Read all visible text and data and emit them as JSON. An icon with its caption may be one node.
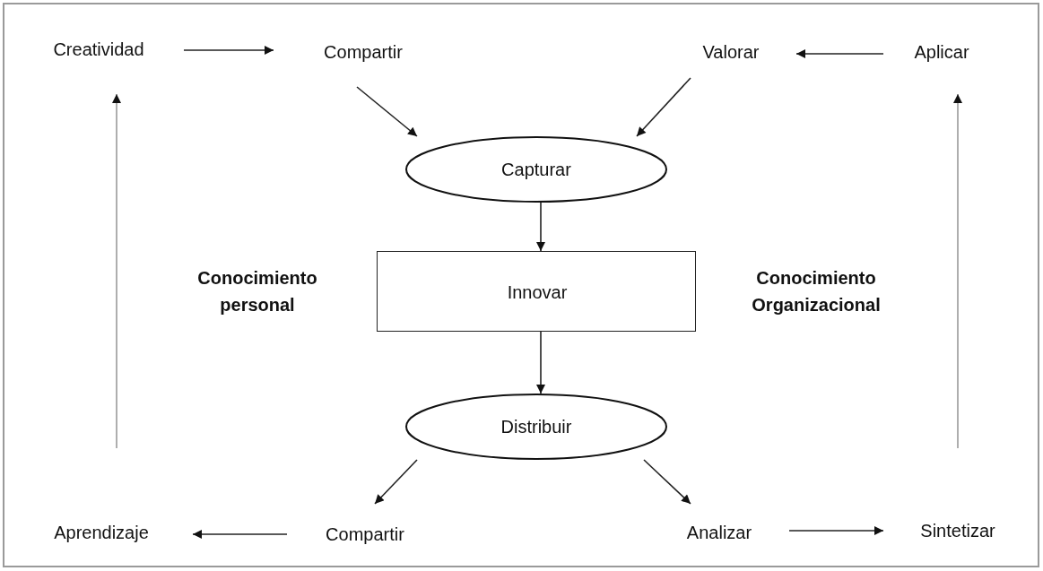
{
  "diagram": {
    "nodes": [
      {
        "text": [
          "Creatividad"
        ]
      },
      {
        "text": [
          "Compartir"
        ]
      },
      {
        "text": [
          "Valorar"
        ]
      },
      {
        "text": [
          "Aplicar"
        ]
      },
      {
        "text": [
          "Capturar"
        ]
      },
      {
        "text": [
          "Innovar"
        ]
      },
      {
        "text": [
          "Distribuir"
        ]
      },
      {
        "text": [
          "Aprendizaje"
        ]
      },
      {
        "text": [
          "Compartir"
        ]
      },
      {
        "text": [
          "Analizar"
        ]
      },
      {
        "text": [
          "Sintetizar"
        ]
      }
    ],
    "edges": [
      {
        "from": 0,
        "to": 1,
        "arrow": "to"
      },
      {
        "from": 1,
        "to": 4,
        "arrow": "to"
      },
      {
        "from": 3,
        "to": 2,
        "arrow": "to"
      },
      {
        "from": 2,
        "to": 4,
        "arrow": "to"
      },
      {
        "from": 4,
        "to": 5,
        "arrow": "to"
      },
      {
        "from": 5,
        "to": 6,
        "arrow": "to"
      },
      {
        "from": 6,
        "to": 8,
        "arrow": "to"
      },
      {
        "from": 6,
        "to": 9,
        "arrow": "to"
      },
      {
        "from": 8,
        "to": 7,
        "arrow": "to"
      },
      {
        "from": 9,
        "to": 10,
        "arrow": "to"
      },
      {
        "from": 7,
        "to": 0,
        "arrow": "to",
        "color": "#9a9a9a"
      },
      {
        "from": 10,
        "to": 3,
        "arrow": "to",
        "color": "#9a9a9a"
      }
    ],
    "labels": [
      "Conocimiento personal",
      "Conocimiento Organizacional"
    ]
  }
}
